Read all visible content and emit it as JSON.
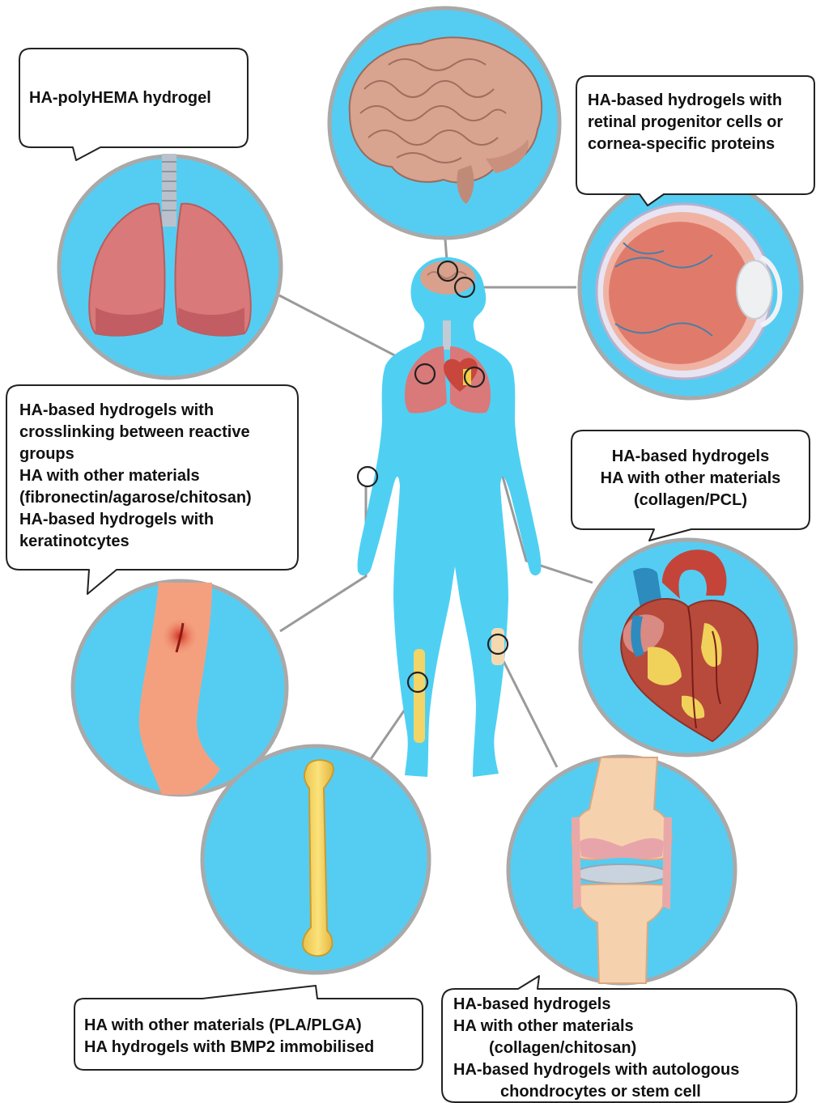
{
  "callouts": {
    "lung": {
      "lines": [
        "HA-polyHEMA hydrogel"
      ]
    },
    "eye": {
      "lines": [
        "HA-based hydrogels with",
        "retinal progenitor cells or",
        "cornea-specific proteins"
      ]
    },
    "skin": {
      "lines": [
        "HA-based hydrogels with",
        "crosslinking between reactive",
        "groups",
        "HA with other materials",
        "(fibronectin/agarose/chitosan)",
        "HA-based hydrogels with",
        "keratinotcytes"
      ]
    },
    "heart": {
      "lines": [
        "HA-based hydrogels",
        "HA with other materials",
        "(collagen/PCL)"
      ]
    },
    "bone": {
      "lines": [
        "HA with other materials (PLA/PLGA)",
        "HA hydrogels with BMP2 immobilised"
      ]
    },
    "knee": {
      "lines": [
        "HA-based hydrogels",
        "HA with other materials",
        "(collagen/chitosan)",
        "HA-based hydrogels with autologous",
        "chondrocytes or stem cell"
      ]
    }
  },
  "colors": {
    "circle_fill": "#55cdf2",
    "circle_border": "#a9a9a9",
    "body_silhouette": "#4fd0f3",
    "organ_pink": "#d9797a",
    "connector": "#9a9a9a"
  }
}
